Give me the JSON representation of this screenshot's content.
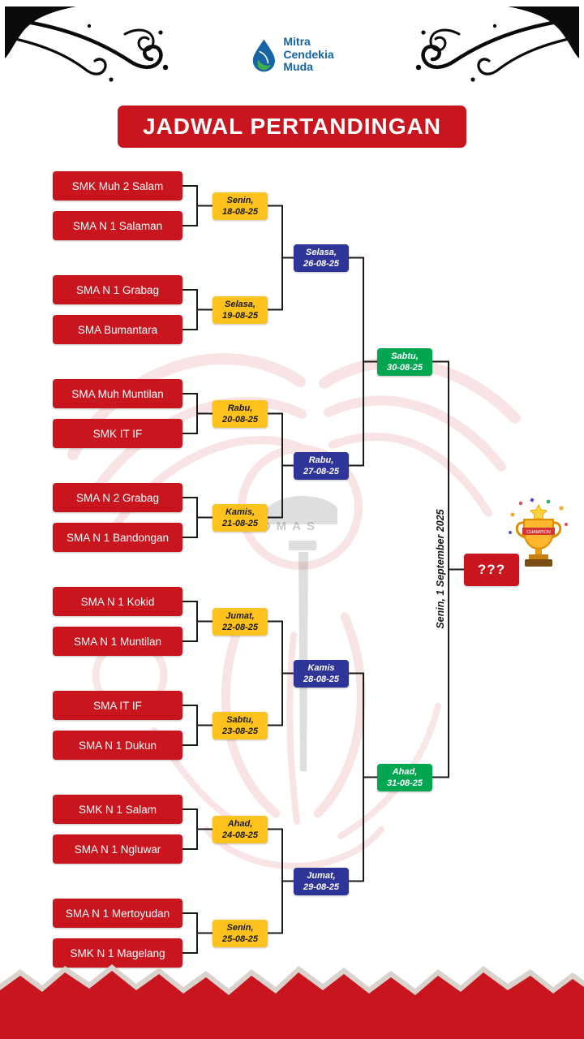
{
  "logo": {
    "name_lines": [
      "Mitra",
      "Cendekia",
      "Muda"
    ]
  },
  "title": "JADWAL PERTANDINGAN",
  "bracket": {
    "teams": [
      "SMK Muh 2 Salam",
      "SMA N 1 Salaman",
      "SMA N 1 Grabag",
      "SMA Bumantara",
      "SMA Muh Muntilan",
      "SMK IT IF",
      "SMA N 2 Grabag",
      "SMA N 1 Bandongan",
      "SMA N 1 Kokid",
      "SMA N 1 Muntilan",
      "SMA IT IF",
      "SMA N 1 Dukun",
      "SMK N 1 Salam",
      "SMA N 1 Ngluwar",
      "SMA N 1 Mertoyudan",
      "SMK N 1 Magelang"
    ],
    "round1": [
      {
        "day": "Senin,",
        "date": "18-08-25"
      },
      {
        "day": "Selasa,",
        "date": "19-08-25"
      },
      {
        "day": "Rabu,",
        "date": "20-08-25"
      },
      {
        "day": "Kamis,",
        "date": "21-08-25"
      },
      {
        "day": "Jumat,",
        "date": "22-08-25"
      },
      {
        "day": "Sabtu,",
        "date": "23-08-25"
      },
      {
        "day": "Ahad,",
        "date": "24-08-25"
      },
      {
        "day": "Senin,",
        "date": "25-08-25"
      }
    ],
    "quarterfinals": [
      {
        "day": "Selasa,",
        "date": "26-08-25"
      },
      {
        "day": "Rabu,",
        "date": "27-08-25"
      },
      {
        "day": "Kamis",
        "date": "28-08-25"
      },
      {
        "day": "Jumat,",
        "date": "29-08-25"
      }
    ],
    "semifinals": [
      {
        "day": "Sabtu,",
        "date": "30-08-25"
      },
      {
        "day": "Ahad,",
        "date": "31-08-25"
      }
    ],
    "final": {
      "schedule": "Senin, 1 September 2025",
      "winner": "???"
    }
  },
  "trophy_ribbon": "CHAMPION",
  "watermark_text": "OMAS",
  "colors": {
    "red": "#C9151E",
    "yellow": "#FFC21D",
    "blue": "#2F3499",
    "green": "#00A650",
    "logo_blue": "#1565A7"
  }
}
